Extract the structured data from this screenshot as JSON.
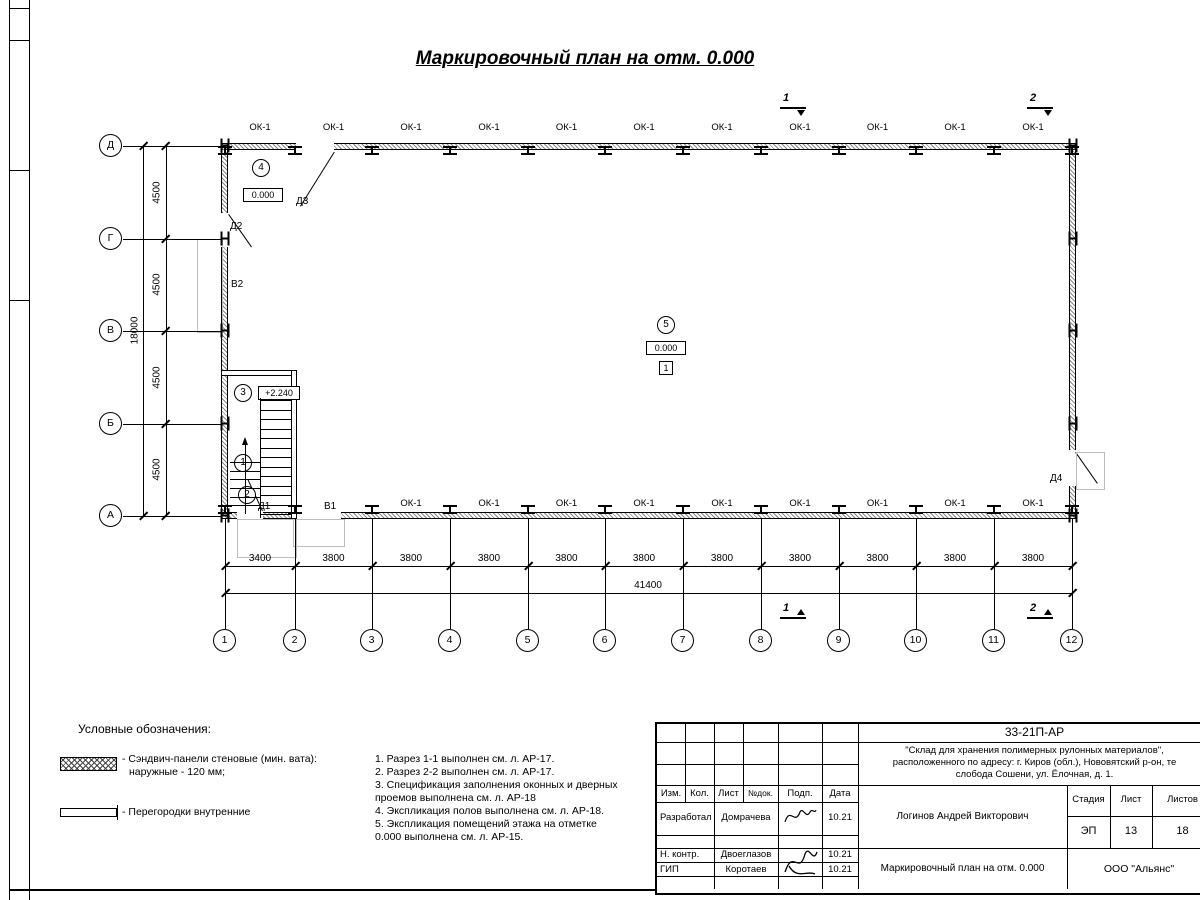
{
  "title": "Маркировочный план на отм. 0.000",
  "plan": {
    "window_label": "ОК-1",
    "axes_numeric": [
      "1",
      "2",
      "3",
      "4",
      "5",
      "6",
      "7",
      "8",
      "9",
      "10",
      "11",
      "12"
    ],
    "axes_letters": [
      "Д",
      "Г",
      "В",
      "Б",
      "А"
    ],
    "dims_bottom": [
      "3400",
      "3800",
      "3800",
      "3800",
      "3800",
      "3800",
      "3800",
      "3800",
      "3800",
      "3800",
      "3800"
    ],
    "dim_total_bottom": "41400",
    "dims_left": [
      "4500",
      "4500",
      "4500",
      "4500"
    ],
    "dim_total_left": "18000",
    "bottom_window_bays": [
      2,
      3,
      4,
      5,
      6,
      7,
      8,
      9,
      10
    ],
    "section_marks": {
      "one": "1",
      "two": "2"
    },
    "markers": {
      "room4": "4",
      "room4_elev": "0.000",
      "door3": "Д3",
      "door2": "Д2",
      "vent2": "В2",
      "room3": "3",
      "room3_elev": "+2.240",
      "room1": "1",
      "room2": "2",
      "door1": "Д1",
      "vent1": "В1",
      "room5": "5",
      "room5_elev": "0.000",
      "floor_type": "1",
      "door4": "Д4"
    }
  },
  "legend": {
    "heading": "Условные обозначения:",
    "item1_line1": "- Сэндвич-панели стеновые (мин. вата):",
    "item1_line2": "наружные - 120 мм;",
    "item2": "- Перегородки внутренние"
  },
  "notes": [
    "1. Разрез 1-1 выполнен см. л. АР-17.",
    "2. Разрез 2-2 выполнен см. л. АР-17.",
    "3. Спецификация заполнения оконных и дверных",
    "проемов выполнена см. л. АР-18",
    "4. Экспликация полов выполнена см. л. АР-18.",
    "5. Экспликация помещений этажа на отметке",
    "0.000 выполнена см. л. АР-15."
  ],
  "stamp": {
    "doc_number": "33-21П-АР",
    "desc_line1": "\"Склад для хранения полимерных рулонных материалов\",",
    "desc_line2": "расположенного по адресу: г. Киров (обл.), Нововятский р-он, те",
    "desc_line3": "слобода Сошени, ул. Ёлочная, д. 1.",
    "col_izm": "Изм.",
    "col_kol": "Кол.",
    "col_list": "Лист",
    "col_ndok": "№док.",
    "col_podp": "Подп.",
    "col_data": "Дата",
    "row1_role": "Разработал",
    "row1_name": "Домрачева",
    "row1_date": "10.21",
    "chief_name": "Логинов Андрей Викторович",
    "stage_label": "Стадия",
    "sheet_label": "Лист",
    "sheets_label": "Листов",
    "stage_value": "ЭП",
    "sheet_value": "13",
    "sheets_value": "18",
    "row2_role": "Н. контр.",
    "row2_name": "Двоеглазов",
    "row2_date": "10.21",
    "row3_role": "ГИП",
    "row3_name": "Коротаев",
    "row3_date": "10.21",
    "drawing_title": "Маркировочный план на отм. 0.000",
    "company": "ООО \"Альянс\""
  }
}
